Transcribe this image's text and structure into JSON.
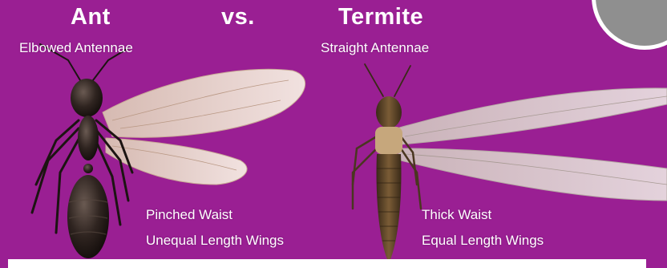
{
  "colors": {
    "background": "#9a1f93",
    "text": "#ffffff",
    "ant_body": "#2f2420",
    "termite_body": "#5a4326",
    "wing": "#efe1d6"
  },
  "header": {
    "ant_title": "Ant",
    "versus": "vs.",
    "termite_title": "Termite"
  },
  "ant": {
    "antennae_label": "Elbowed Antennae",
    "waist_label": "Pinched Waist",
    "wings_label": "Unequal Length Wings"
  },
  "termite": {
    "antennae_label": "Straight Antennae",
    "waist_label": "Thick Waist",
    "wings_label": "Equal Length Wings"
  },
  "icons": {
    "ant": "ant-illustration-icon",
    "termite": "termite-illustration-icon",
    "corner": "corner-disc-icon"
  }
}
